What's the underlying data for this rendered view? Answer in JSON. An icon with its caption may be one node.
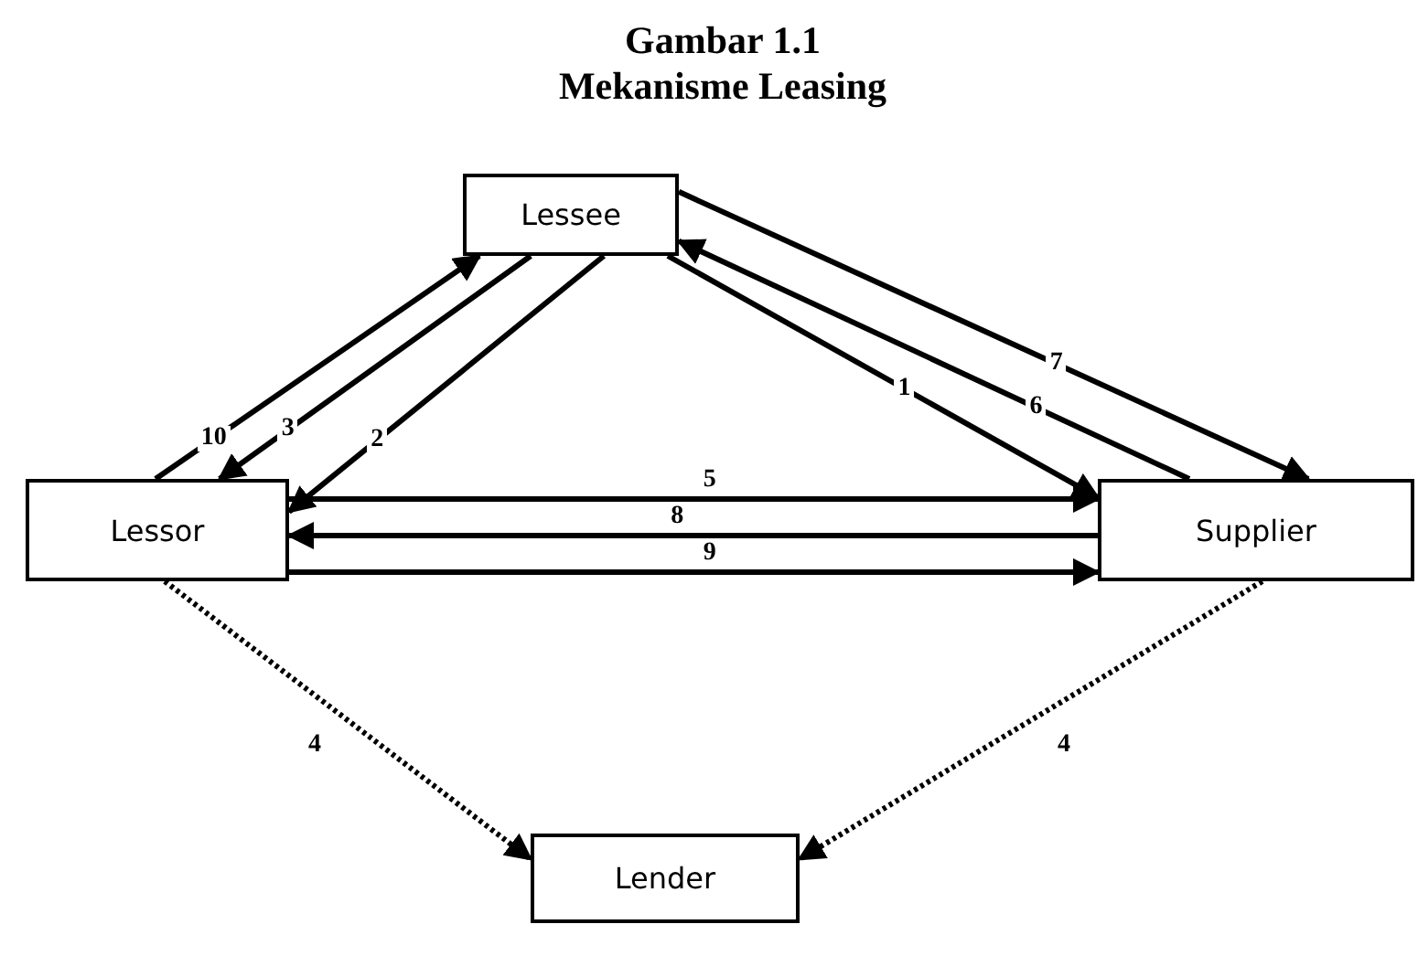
{
  "diagram": {
    "title": "Gambar 1.1 Mekanisme Leasing",
    "nodes": [
      {
        "text": [
          "Lessee"
        ]
      },
      {
        "text": [
          "Lessor"
        ]
      },
      {
        "text": [
          "Supplier"
        ]
      },
      {
        "text": [
          "Lender"
        ]
      }
    ],
    "edges": [
      {
        "from": 1,
        "to": 0,
        "arrow": "to",
        "label": "10"
      },
      {
        "from": 0,
        "to": 1,
        "arrow": "to",
        "label": "3"
      },
      {
        "from": 0,
        "to": 1,
        "arrow": "to",
        "label": "2"
      },
      {
        "from": 0,
        "to": 2,
        "arrow": "to",
        "label": "1"
      },
      {
        "from": 2,
        "to": 0,
        "arrow": "to",
        "label": "6"
      },
      {
        "from": 0,
        "to": 2,
        "arrow": "to",
        "label": "7"
      },
      {
        "from": 1,
        "to": 2,
        "arrow": "to",
        "label": "5"
      },
      {
        "from": 2,
        "to": 1,
        "arrow": "to",
        "label": "8"
      },
      {
        "from": 1,
        "to": 2,
        "arrow": "to",
        "label": "9"
      },
      {
        "from": 1,
        "to": 3,
        "arrow": "to",
        "label": "4",
        "style": "dashed"
      },
      {
        "from": 2,
        "to": 3,
        "arrow": "to",
        "label": "4",
        "style": "dashed"
      }
    ]
  }
}
